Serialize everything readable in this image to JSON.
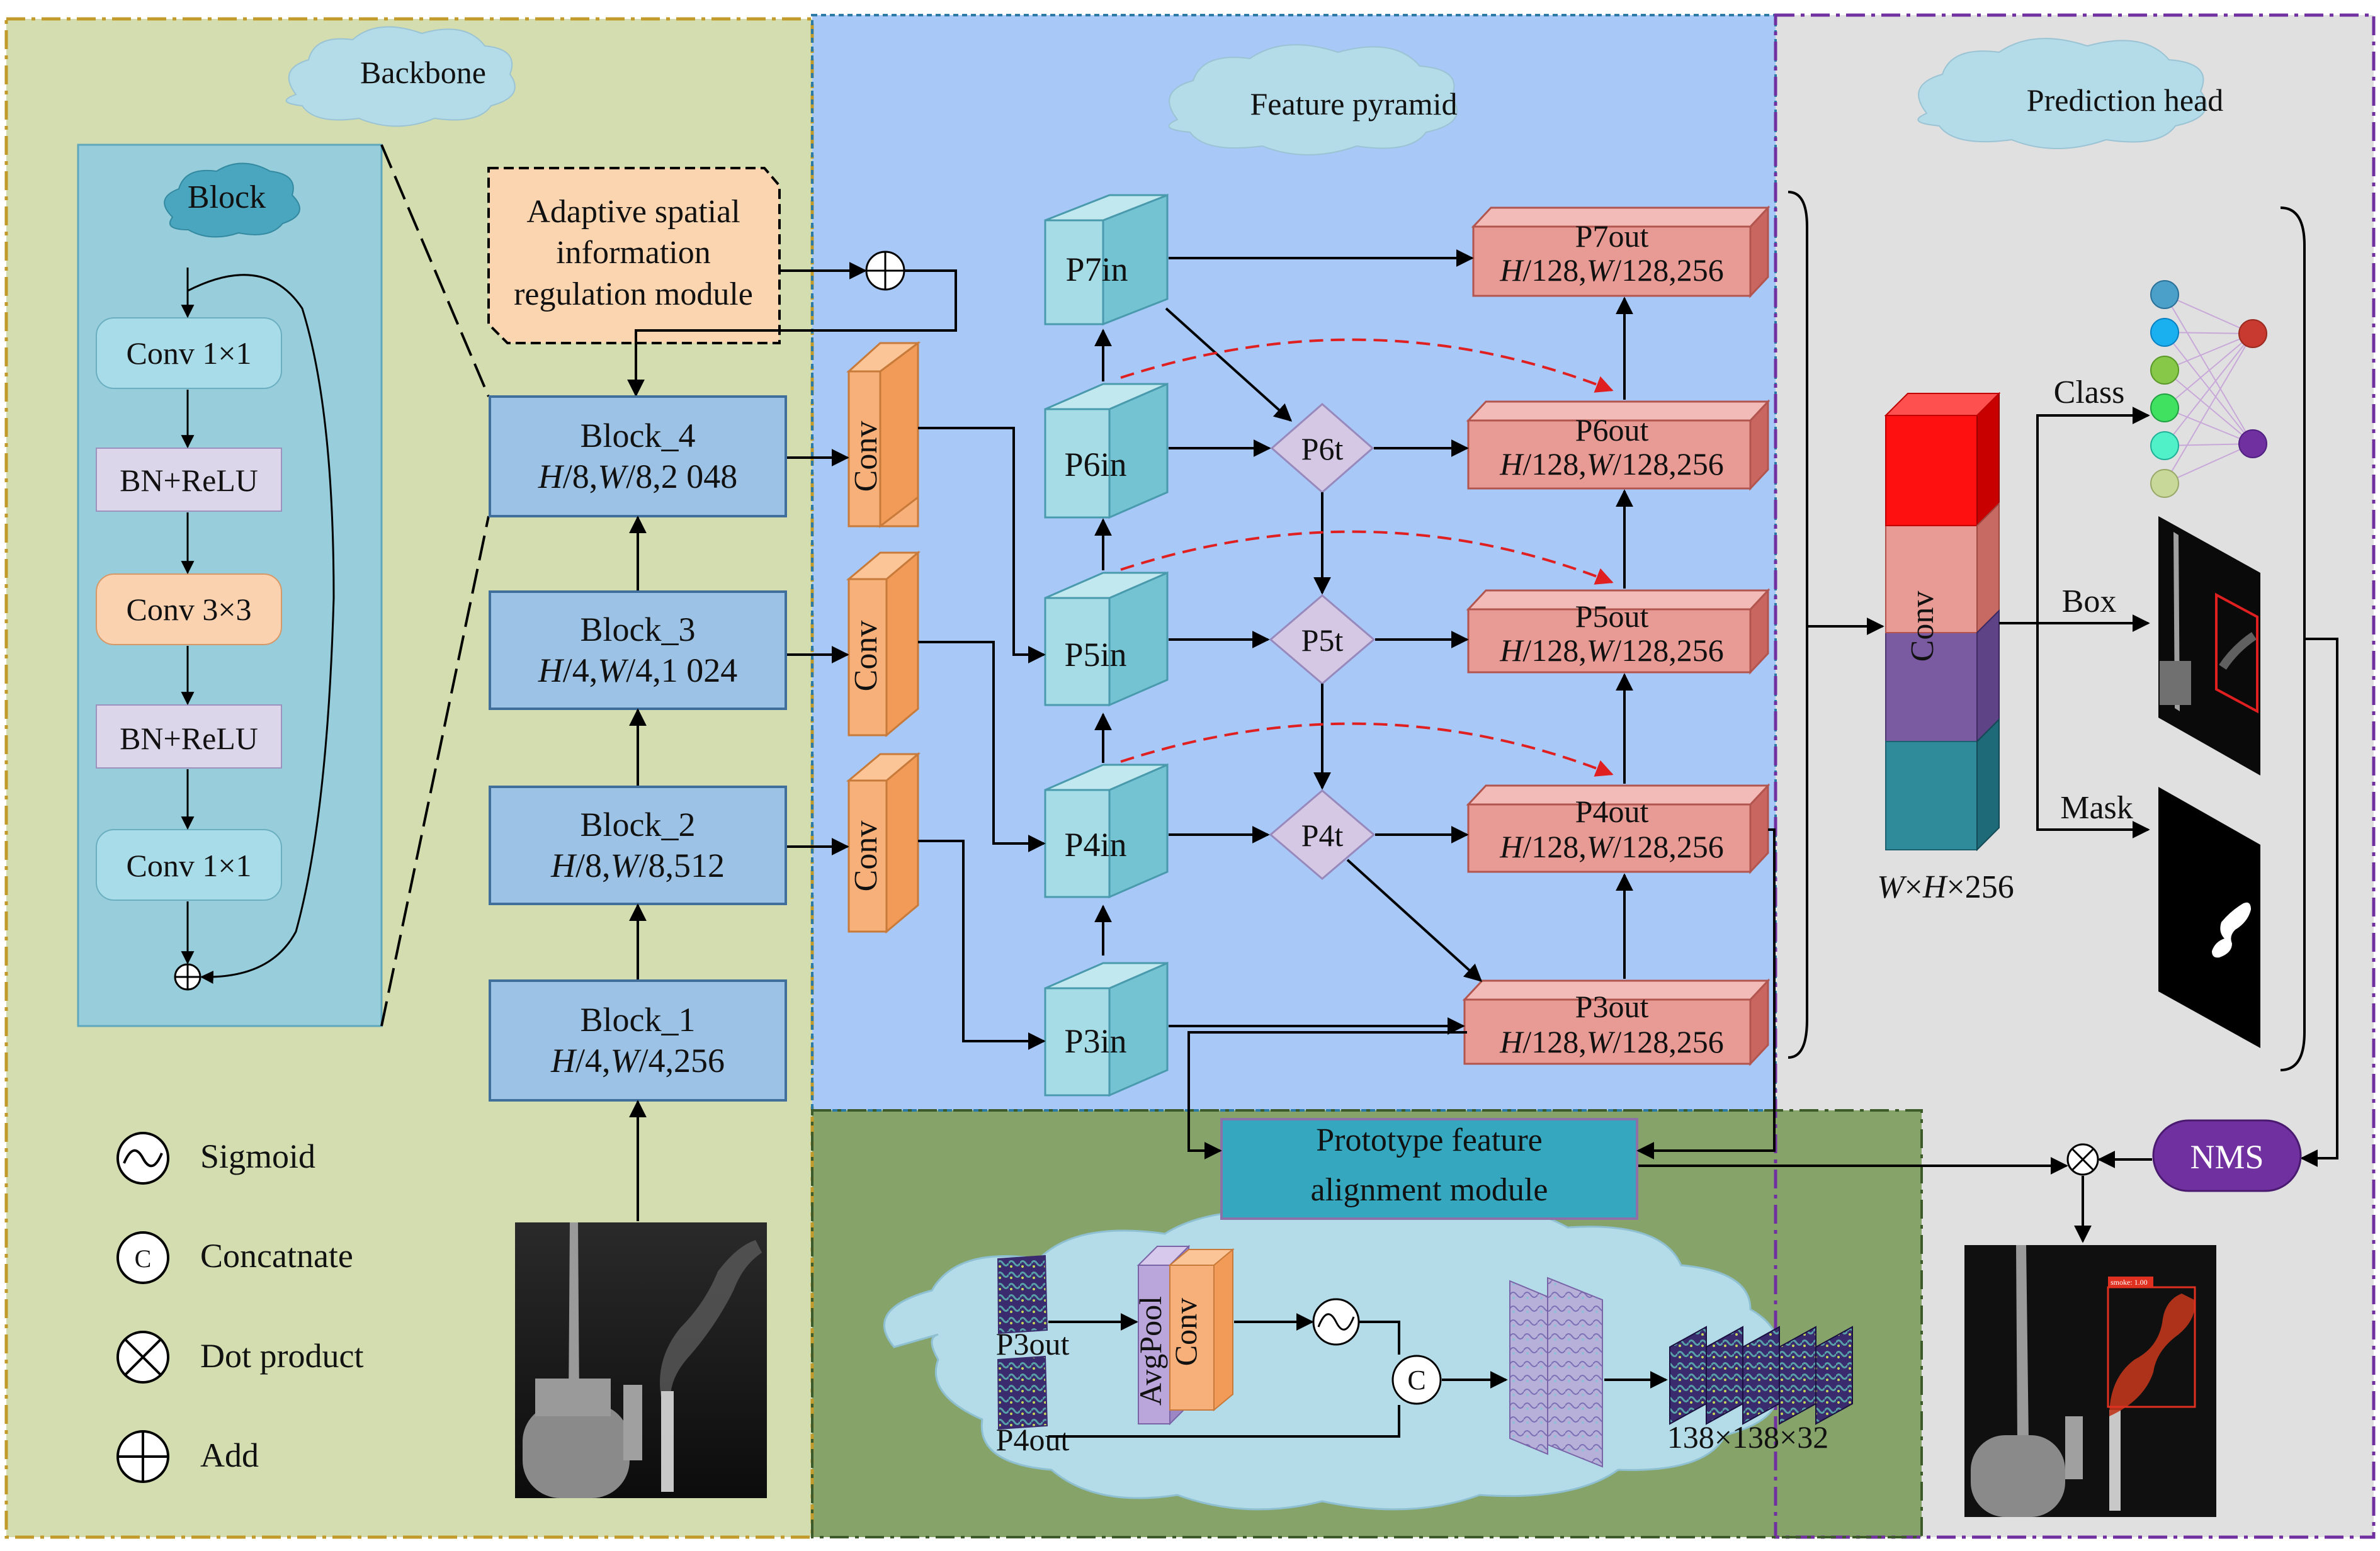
{
  "sections": {
    "backbone": "Backbone",
    "feature_pyramid": "Feature pyramid",
    "prediction_head": "Prediction head"
  },
  "block_detail": {
    "title": "Block",
    "layers": [
      "Conv 1×1",
      "BN+ReLU",
      "Conv 3×3",
      "BN+ReLU",
      "Conv 1×1"
    ]
  },
  "asir": [
    "Adaptive spatial",
    "information",
    "regulation module"
  ],
  "blocks": [
    {
      "name": "Block_4",
      "dims": [
        "H",
        "/8,",
        "W",
        "/8,2 048"
      ]
    },
    {
      "name": "Block_3",
      "dims": [
        "H",
        "/4,",
        "W",
        "/4,1 024"
      ]
    },
    {
      "name": "Block_2",
      "dims": [
        "H",
        "/8,",
        "W",
        "/8,512"
      ]
    },
    {
      "name": "Block_1",
      "dims": [
        "H",
        "/4,",
        "W",
        "/4,256"
      ]
    }
  ],
  "conv_label": "Conv",
  "pin": [
    "P7in",
    "P6in",
    "P5in",
    "P4in",
    "P3in"
  ],
  "pt": [
    "P6t",
    "P5t",
    "P4t"
  ],
  "pout": [
    {
      "name": "P7out",
      "dims": [
        "H",
        "/128,",
        "W",
        "/128,256"
      ]
    },
    {
      "name": "P6out",
      "dims": [
        "H",
        "/128,",
        "W",
        "/128,256"
      ]
    },
    {
      "name": "P5out",
      "dims": [
        "H",
        "/128,",
        "W",
        "/128,256"
      ]
    },
    {
      "name": "P4out",
      "dims": [
        "H",
        "/128,",
        "W",
        "/128,256"
      ]
    },
    {
      "name": "P3out",
      "dims": [
        "H",
        "/128,",
        "W",
        "/128,256"
      ]
    }
  ],
  "head": {
    "conv": "Conv",
    "size": [
      "W",
      "×",
      "H",
      "×256"
    ],
    "outputs": [
      "Class",
      "Box",
      "Mask"
    ],
    "nms": "NMS",
    "detection_label": "smoke: 1.00"
  },
  "pfa": {
    "title": [
      "Prototype feature",
      "alignment module"
    ],
    "p3": "P3out",
    "p4": "P4out",
    "avgpool": "AvgPool",
    "conv": "Conv",
    "concat": "C",
    "size": "138×138×32"
  },
  "legend": [
    {
      "symbol": "sigmoid",
      "label": "Sigmoid"
    },
    {
      "symbol": "concat",
      "label": "Concatnate",
      "glyph": "C"
    },
    {
      "symbol": "dot",
      "label": "Dot product"
    },
    {
      "symbol": "add",
      "label": "Add"
    }
  ],
  "colors": {
    "backbone_bg": "#d4ddb0",
    "pyramid_bg": "#a8c8f8",
    "head_bg": "#e0e0e0",
    "pfa_bg": "#86a36a",
    "block_fill": "#9cc3e6",
    "block_detail_bg": "#98cedb",
    "conv_fill": "#f7b07a",
    "pin_fill": "#a6dce6",
    "pt_fill": "#d4c8e4",
    "pout_fill": "#e89a94",
    "cloud": "#b3dbe8",
    "nms_fill": "#7030a0"
  }
}
